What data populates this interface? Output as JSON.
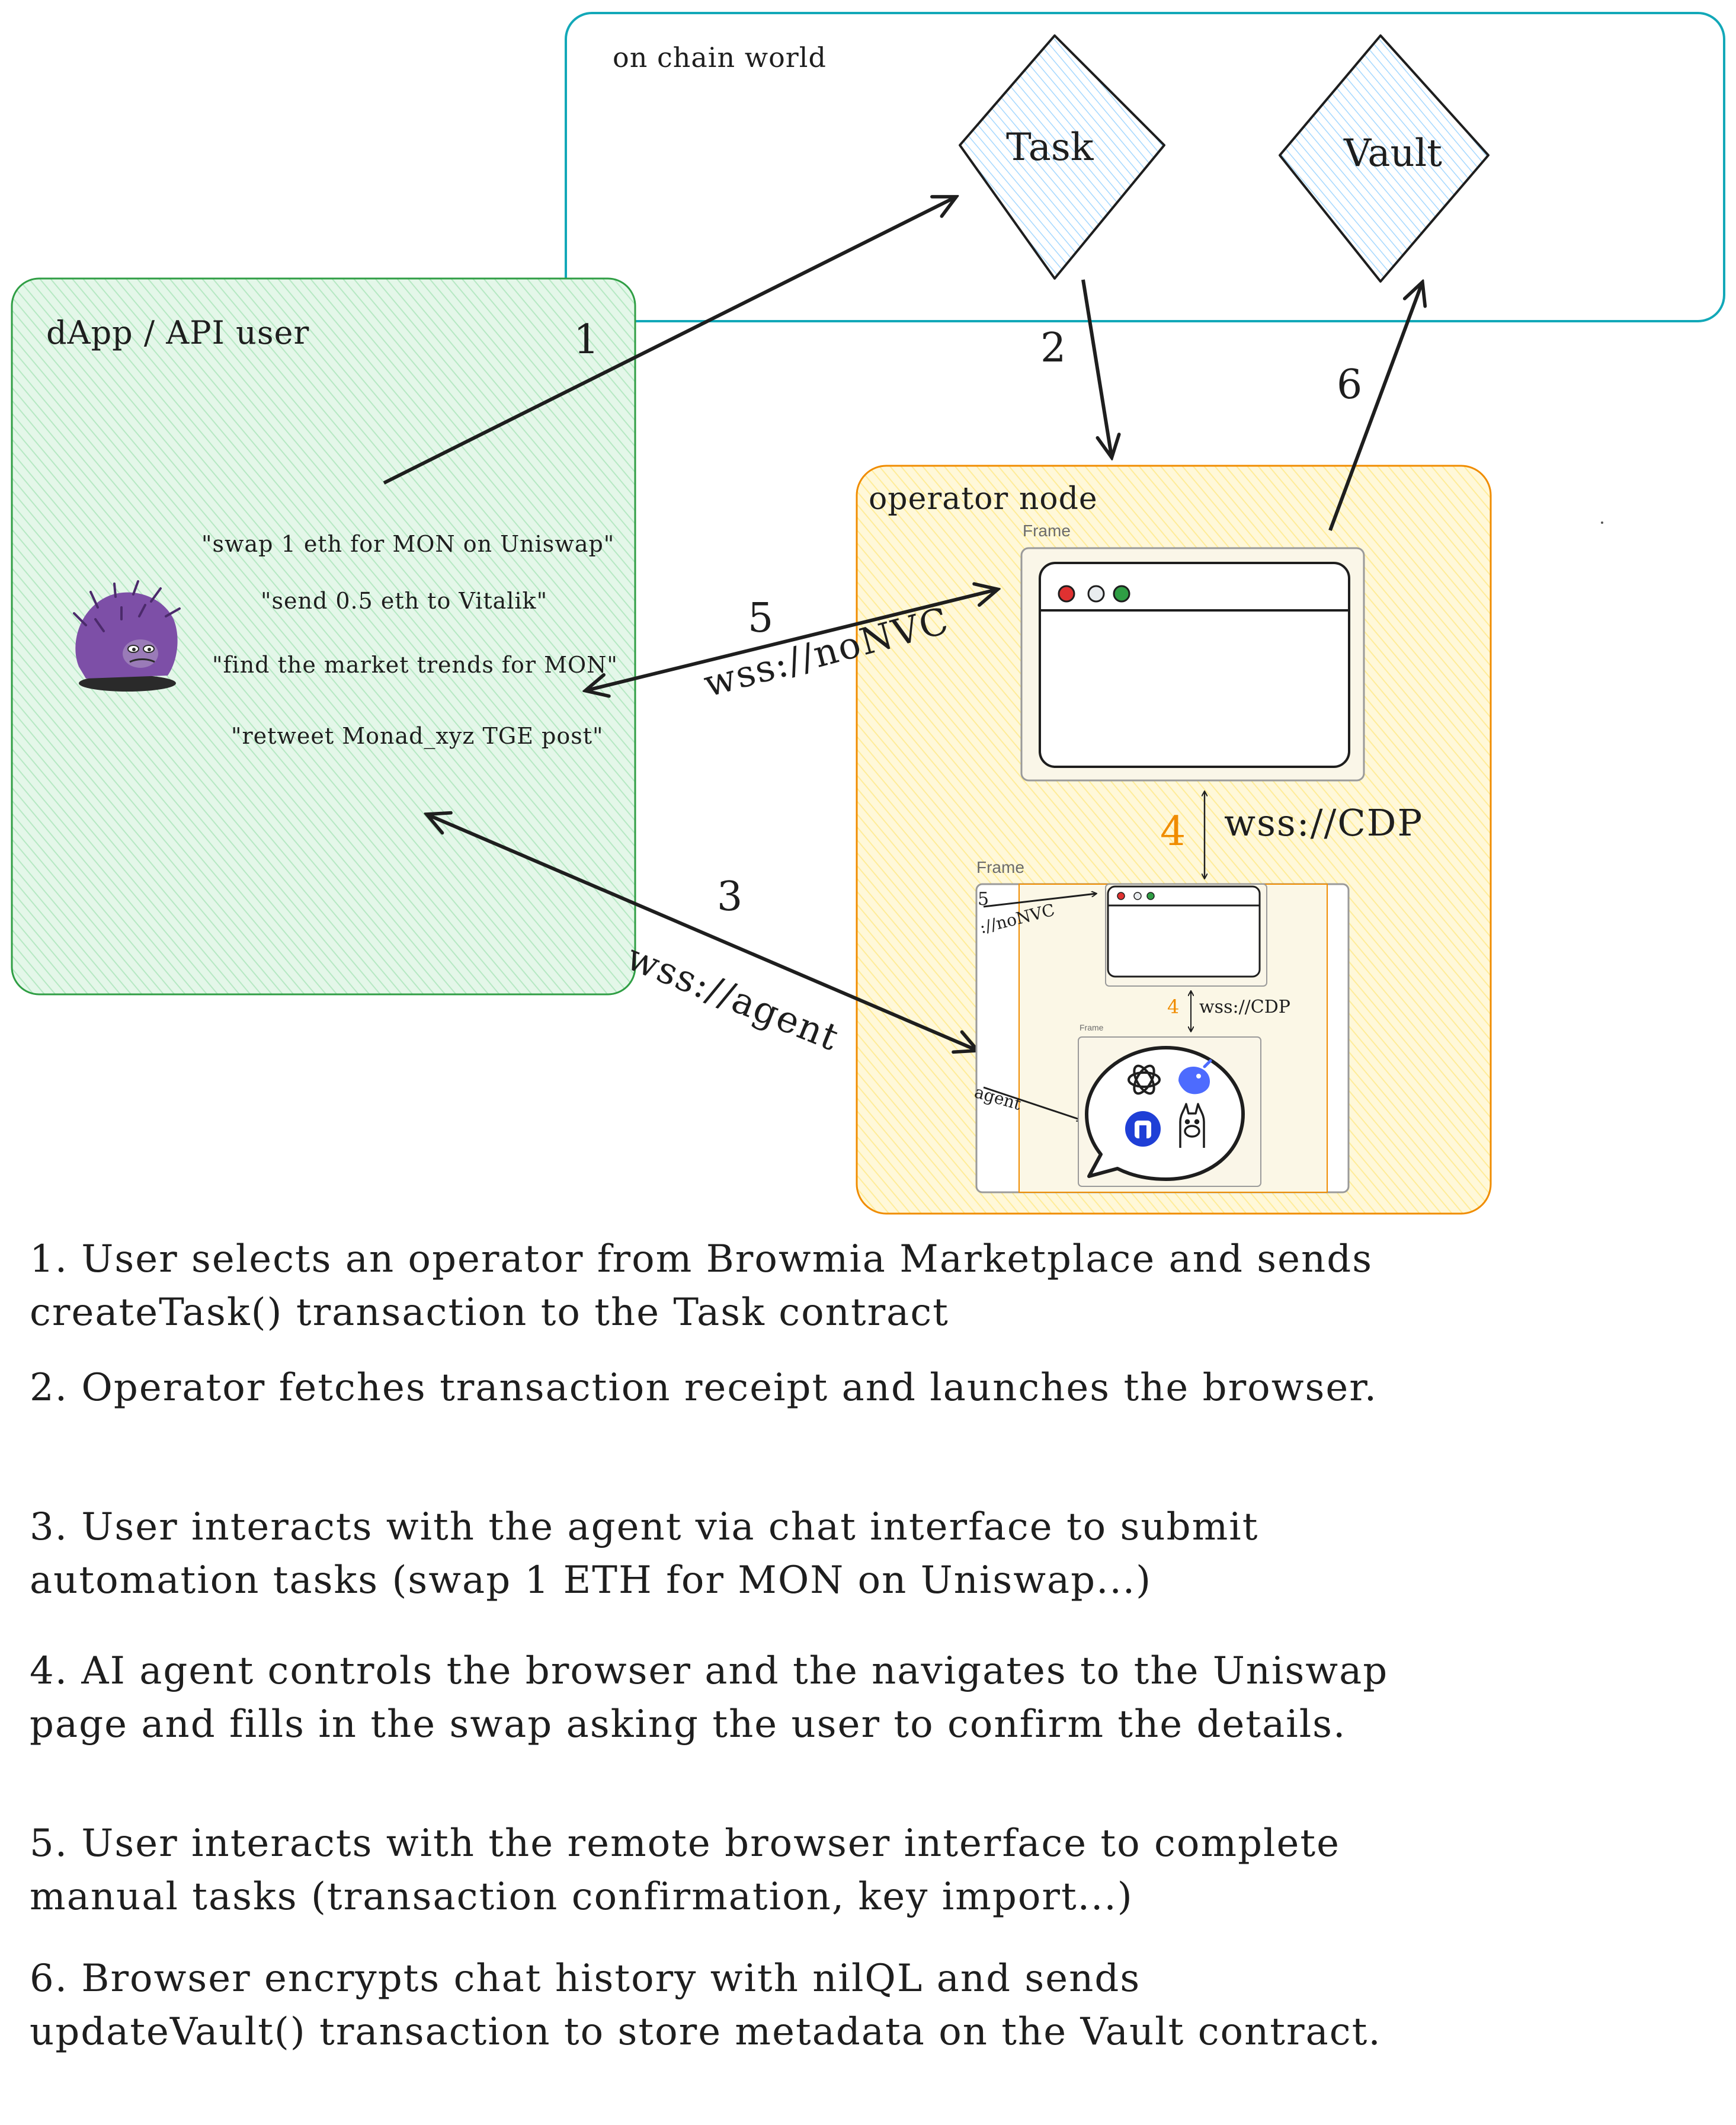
{
  "zones": {
    "onchain": {
      "label": "on chain world"
    },
    "dapp": {
      "label": "dApp / API user"
    },
    "operator": {
      "label": "operator node"
    }
  },
  "contracts": {
    "task": {
      "label": "Task"
    },
    "vault": {
      "label": "Vault"
    }
  },
  "arrows": {
    "n1": "1",
    "n2": "2",
    "n3": "3",
    "n4": "4",
    "n5": "5",
    "n6": "6",
    "wss_novnc": "wss://noNVC",
    "wss_cdp": "wss://CDP",
    "wss_agent": "wss://agent"
  },
  "prompts": [
    "\"swap 1 eth for MON on Uniswap\"",
    "\"send 0.5 eth to Vitalik\"",
    "\"find the market trends for MON\"",
    "\"retweet Monad_xyz TGE post\""
  ],
  "frames": {
    "caption": "Frame",
    "nested": {
      "partial_5": "5",
      "partial_novnc": "://noNVC",
      "partial_agent": "agent",
      "n4": "4",
      "wss_cdp": "wss://CDP",
      "inner_caption": "Frame"
    }
  },
  "steps": [
    "1. User selects an operator from Browmia Marketplace and sends createTask() transaction to the Task contract",
    "2. Operator fetches transaction receipt and launches the browser.",
    "3. User interacts with the agent via chat interface to submit automation tasks (swap 1 ETH for MON on Uniswap...)",
    "4. AI agent controls the browser and the navigates to the Uniswap page and fills in the swap asking the user to confirm the details.",
    "5. User interacts with the remote browser interface to complete manual tasks (transaction confirmation, key import...)",
    "6. Browser encrypts chat history with nilQL and sends updateVault() transaction to store metadata on the Vault contract."
  ],
  "colors": {
    "onchain_stroke": "#12a8b8",
    "dapp_stroke": "#2f9e44",
    "dapp_fill": "#d3f3dc",
    "operator_stroke": "#f08c00",
    "operator_fill": "#fff3bf",
    "diamond_hatch": "#a5d8ff",
    "label_orange": "#f08c00",
    "dot_red": "#e03131",
    "dot_grey": "#cfcfcf",
    "dot_green": "#2f9e44"
  },
  "icons": [
    "hedgehog-icon",
    "openai-icon",
    "deepseek-icon",
    "nillion-icon",
    "llama-icon",
    "chat-bubble-icon"
  ]
}
